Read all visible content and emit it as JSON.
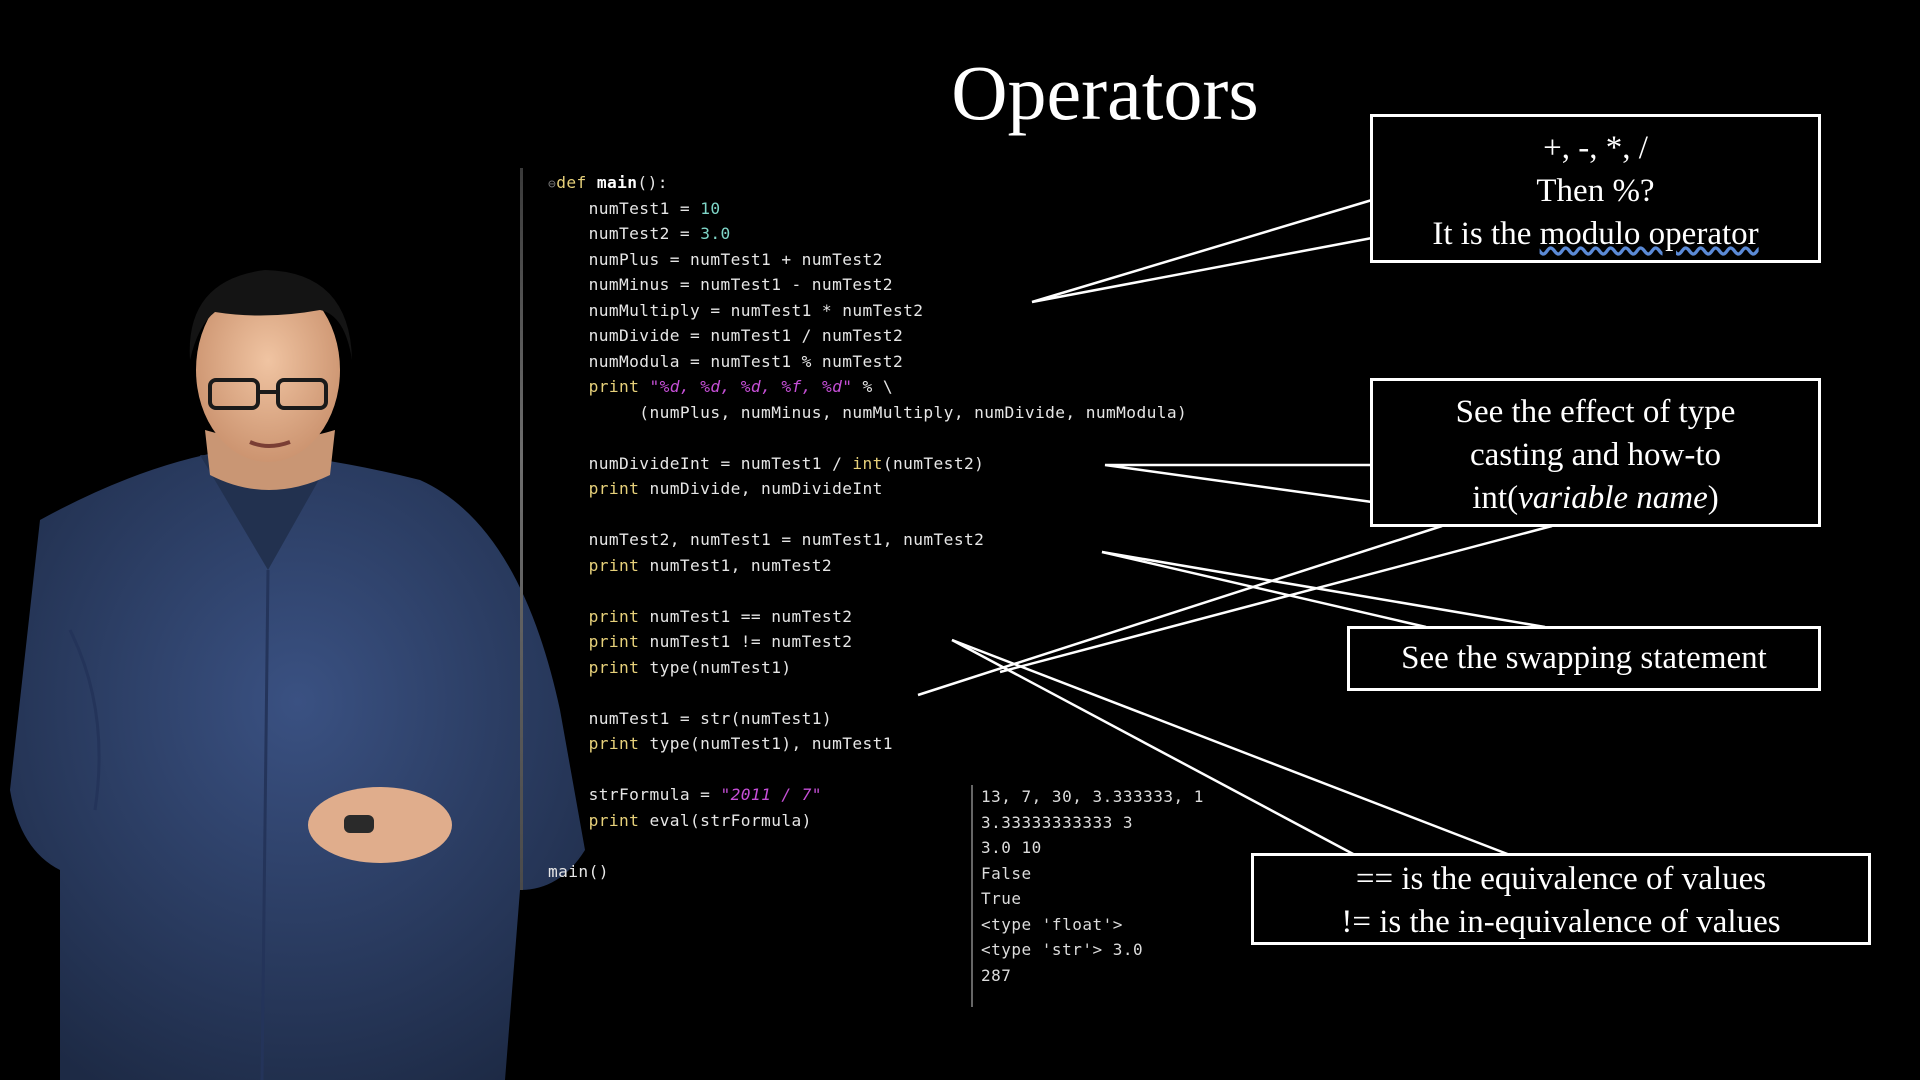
{
  "slide": {
    "title": "Operators"
  },
  "code": {
    "line_01": {
      "kw": "def",
      "fn": "main",
      "rest": "():"
    },
    "line_02": {
      "a": "    numTest1 = ",
      "n": "10"
    },
    "line_03": {
      "a": "    numTest2 = ",
      "n": "3.0"
    },
    "line_04": "    numPlus = numTest1 + numTest2",
    "line_05": "    numMinus = numTest1 - numTest2",
    "line_06": "    numMultiply = numTest1 * numTest2",
    "line_07": "    numDivide = numTest1 / numTest2",
    "line_08": "    numModula = numTest1 % numTest2",
    "line_09": {
      "kw": "    print",
      "sp": " ",
      "s": "\"%d, %d, %d, %f, %d\"",
      "rest": " % \\"
    },
    "line_10": "         (numPlus, numMinus, numMultiply, numDivide, numModula)",
    "line_11": "",
    "line_12": {
      "a": "    numDivideInt = numTest1 / ",
      "kw": "int",
      "rest": "(numTest2)"
    },
    "line_13": {
      "kw": "    print",
      "rest": " numDivide, numDivideInt"
    },
    "line_14": "",
    "line_15": "    numTest2, numTest1 = numTest1, numTest2",
    "line_16": {
      "kw": "    print",
      "rest": " numTest1, numTest2"
    },
    "line_17": "",
    "line_18": {
      "kw": "    print",
      "rest": " numTest1 == numTest2"
    },
    "line_19": {
      "kw": "    print",
      "rest": " numTest1 != numTest2"
    },
    "line_20": {
      "kw": "    print",
      "rest": " type(numTest1)"
    },
    "line_21": "",
    "line_22": "    numTest1 = str(numTest1)",
    "line_23": {
      "kw": "    print",
      "rest": " type(numTest1), numTest1"
    },
    "line_24": "",
    "line_25": {
      "a": "    strFormula = ",
      "s": "\"2011 / 7\""
    },
    "line_26": {
      "kw": "    print",
      "rest": " eval(strFormula)"
    },
    "line_27": "",
    "line_28": "main()"
  },
  "output": [
    "13, 7, 30, 3.333333, 1",
    "3.33333333333 3",
    "3.0 10",
    "False",
    "True",
    "<type 'float'>",
    "<type 'str'> 3.0",
    "287"
  ],
  "notes": {
    "modulo": {
      "line1": "+, -, *, /",
      "line2": "Then %?",
      "line3_pre": "It is the ",
      "line3_u": "modulo operator"
    },
    "casting": {
      "line1": "See the effect of type",
      "line2": "casting and how-to",
      "line3_pre": "int(",
      "line3_i": "variable name",
      "line3_post": ")"
    },
    "swap": {
      "line1": "See the swapping statement"
    },
    "equivalence": {
      "line1": "== is the equivalence of values",
      "line2": "!= is the in-equivalence of values"
    }
  },
  "colors": {
    "background": "#000000",
    "keyword": "#e6d07a",
    "string": "#c54fd6",
    "number": "#7fd6c8",
    "shirt": "#2f4266"
  }
}
